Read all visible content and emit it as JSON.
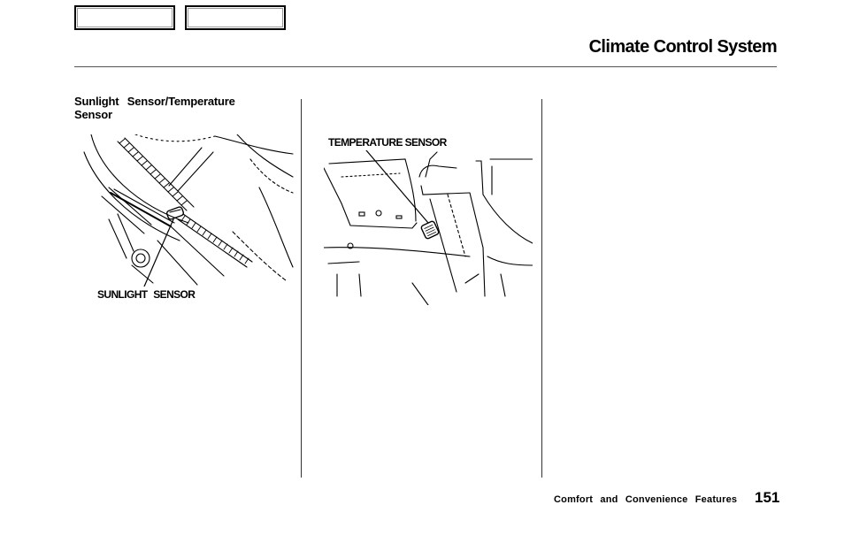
{
  "header": {
    "title": "Climate Control System"
  },
  "section": {
    "heading": "Sunlight Sensor/Temperature Sensor"
  },
  "figures": {
    "sunlight": {
      "label": "SUNLIGHT SENSOR"
    },
    "temperature": {
      "label": "TEMPERATURE SENSOR"
    }
  },
  "footer": {
    "section_name": "Comfort and Convenience Features",
    "page_number": "151"
  },
  "icons": {
    "nav_prev": "nav-back-button",
    "nav_next": "nav-forward-button"
  }
}
